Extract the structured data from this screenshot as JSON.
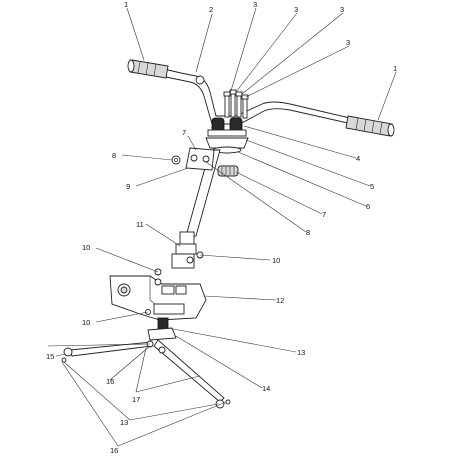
{
  "diagram": {
    "callouts": [
      {
        "id": "c1a",
        "text": "1"
      },
      {
        "id": "c1b",
        "text": "1"
      },
      {
        "id": "c2",
        "text": "2"
      },
      {
        "id": "c3a",
        "text": "3"
      },
      {
        "id": "c3b",
        "text": "3"
      },
      {
        "id": "c3c",
        "text": "3"
      },
      {
        "id": "c3d",
        "text": "3"
      },
      {
        "id": "c4",
        "text": "4"
      },
      {
        "id": "c5",
        "text": "5"
      },
      {
        "id": "c6",
        "text": "6"
      },
      {
        "id": "c7a",
        "text": "7"
      },
      {
        "id": "c7b",
        "text": "7"
      },
      {
        "id": "c8a",
        "text": "8"
      },
      {
        "id": "c8b",
        "text": "8"
      },
      {
        "id": "c9",
        "text": "9"
      },
      {
        "id": "c10a",
        "text": "10"
      },
      {
        "id": "c10b",
        "text": "10"
      },
      {
        "id": "c10c",
        "text": "10"
      },
      {
        "id": "c11",
        "text": "11"
      },
      {
        "id": "c12",
        "text": "12"
      },
      {
        "id": "c13a",
        "text": "13"
      },
      {
        "id": "c13b",
        "text": "13"
      },
      {
        "id": "c14",
        "text": "14"
      },
      {
        "id": "c15",
        "text": "15"
      },
      {
        "id": "c16a",
        "text": "16"
      },
      {
        "id": "c16b",
        "text": "16"
      },
      {
        "id": "c17",
        "text": "17"
      }
    ]
  }
}
